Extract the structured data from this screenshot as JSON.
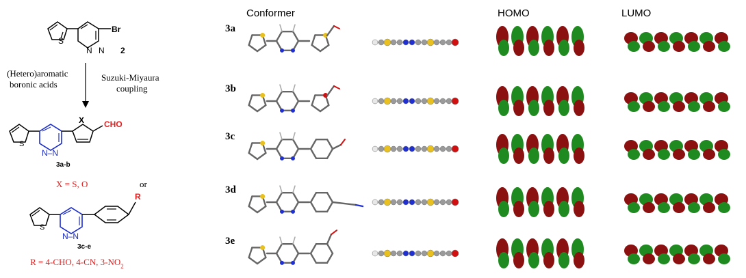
{
  "scheme": {
    "start_label": "2",
    "start_br": "Br",
    "start_s": "S",
    "start_n1": "N",
    "start_n2": "N",
    "arrow_left_1": "(Hetero)aromatic",
    "arrow_left_2": "boronic acids",
    "arrow_right_1": "Suzuki-Miyaura",
    "arrow_right_2": "coupling",
    "prod1_label": "3a-b",
    "prod1_x": "X",
    "prod1_cho": "CHO",
    "prod1_s": "S",
    "prod1_n": "N–N",
    "xsub": "X = S, O",
    "or": "or",
    "prod2_label": "3c-e",
    "prod2_r": "R",
    "prod2_s": "S",
    "prod2_n": "N–N",
    "rsub": "R = 4-CHO, 4-CN, 3-NO",
    "rsub_sub": "2"
  },
  "headers": {
    "conformer": "Conformer",
    "homo": "HOMO",
    "lumo": "LUMO"
  },
  "rows": [
    {
      "label": "3a",
      "end": "cho"
    },
    {
      "label": "3b",
      "end": "cho"
    },
    {
      "label": "3c",
      "end": "cho"
    },
    {
      "label": "3d",
      "end": "cn"
    },
    {
      "label": "3e",
      "end": "no2"
    }
  ],
  "colors": {
    "scheme_blue": "#1a2cc8",
    "scheme_red": "#e02020",
    "orbital_red": "#8b1010",
    "orbital_green": "#1f8a1f",
    "atom_c": "#9a9a9a",
    "atom_s": "#e8c020",
    "atom_n": "#2030d0",
    "atom_o": "#d01010",
    "atom_h": "#e8e8e8"
  }
}
